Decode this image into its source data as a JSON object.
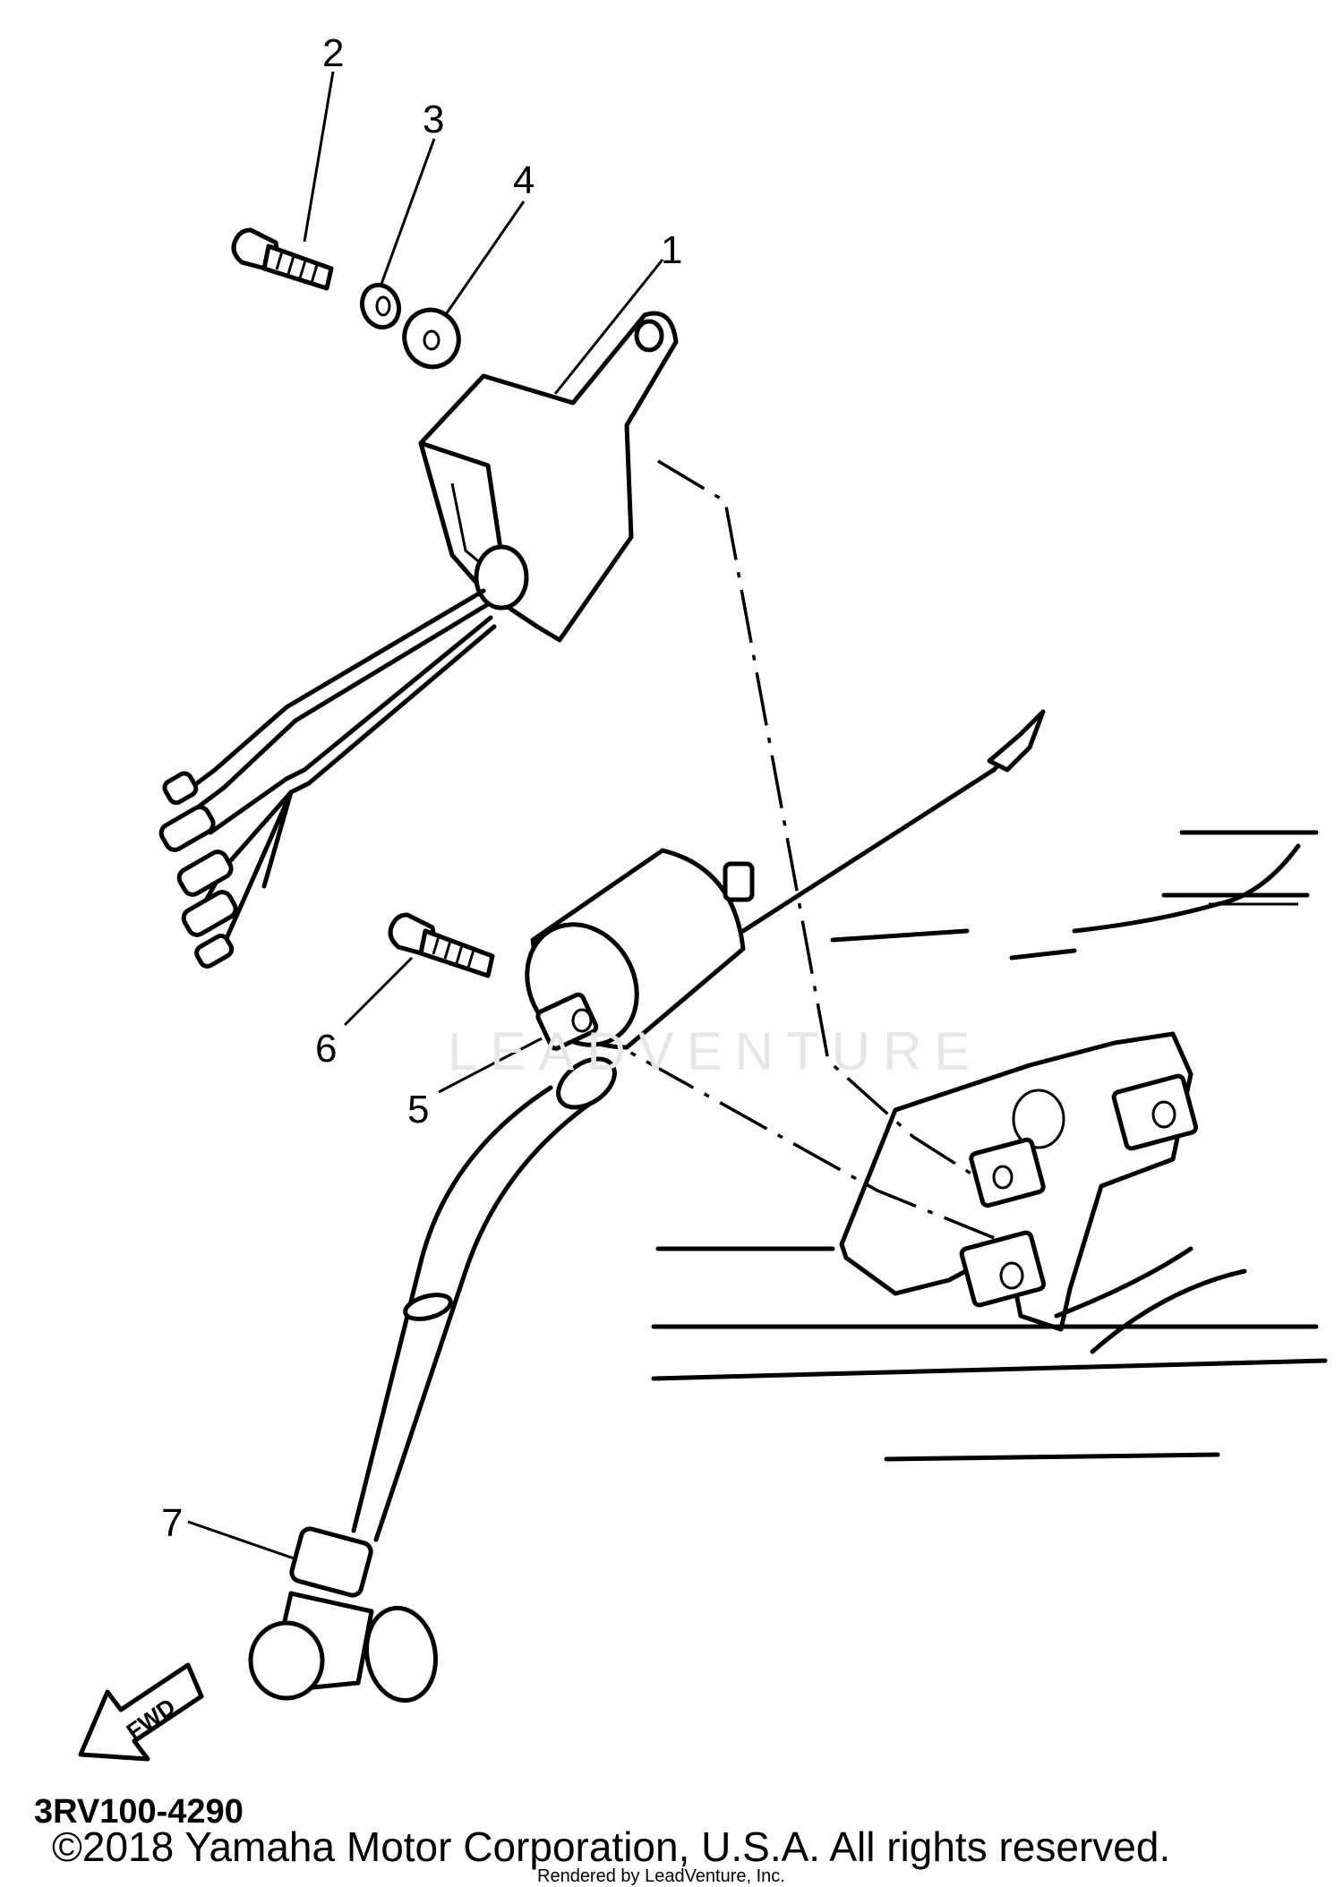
{
  "callouts": {
    "c1": "1",
    "c2": "2",
    "c3": "3",
    "c4": "4",
    "c5": "5",
    "c6": "6",
    "c7": "7"
  },
  "forward_arrow_label": "FWD",
  "diagram_code": "3RV100-4290",
  "watermark_text": "LEADVENTURE",
  "footer": {
    "copyright": "©2018 Yamaha Motor Corporation, U.S.A. All rights reserved.",
    "rendered_by": "Rendered by LeadVenture, Inc."
  }
}
